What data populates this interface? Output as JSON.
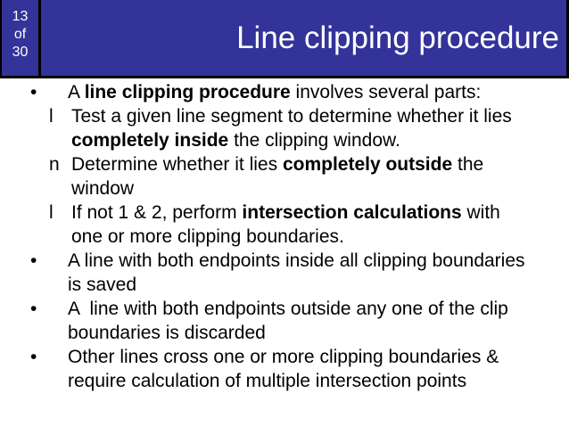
{
  "page_indicator": {
    "lines": [
      "13",
      "of",
      "30"
    ]
  },
  "header": {
    "title": "Line clipping procedure"
  },
  "colors": {
    "header_bg": "#333399",
    "header_border": "#000000",
    "title_text": "#ffffff",
    "body_text": "#000000",
    "background": "#ffffff"
  },
  "content": {
    "items": [
      {
        "level": 1,
        "marker": "•",
        "segments": [
          {
            "t": "A ",
            "b": false
          },
          {
            "t": "line clipping procedure",
            "b": true
          },
          {
            "t": " involves several parts:",
            "b": false
          }
        ]
      },
      {
        "level": 2,
        "marker": "l",
        "segments": [
          {
            "t": "Test a given line segment to determine whether it lies ",
            "b": false
          },
          {
            "t": "completely inside",
            "b": true
          },
          {
            "t": " the clipping window.",
            "b": false
          }
        ]
      },
      {
        "level": 2,
        "marker": "n",
        "segments": [
          {
            "t": "Determine whether it lies ",
            "b": false
          },
          {
            "t": "completely outside",
            "b": true
          },
          {
            "t": " the window",
            "b": false
          }
        ]
      },
      {
        "level": 2,
        "marker": "l",
        "segments": [
          {
            "t": "If not 1 & 2, perform ",
            "b": false
          },
          {
            "t": "intersection calculations",
            "b": true
          },
          {
            "t": " with one or more clipping boundaries.",
            "b": false
          }
        ]
      },
      {
        "level": 1,
        "marker": "•",
        "segments": [
          {
            "t": "A line with both endpoints inside all clipping boundaries is saved",
            "b": false
          }
        ]
      },
      {
        "level": 1,
        "marker": "•",
        "segments": [
          {
            "t": "A  line with both endpoints outside any one of the clip boundaries is discarded",
            "b": false
          }
        ]
      },
      {
        "level": 1,
        "marker": "•",
        "segments": [
          {
            "t": "Other lines cross one or more clipping boundaries & require calculation of multiple intersection points",
            "b": false
          }
        ]
      }
    ]
  }
}
